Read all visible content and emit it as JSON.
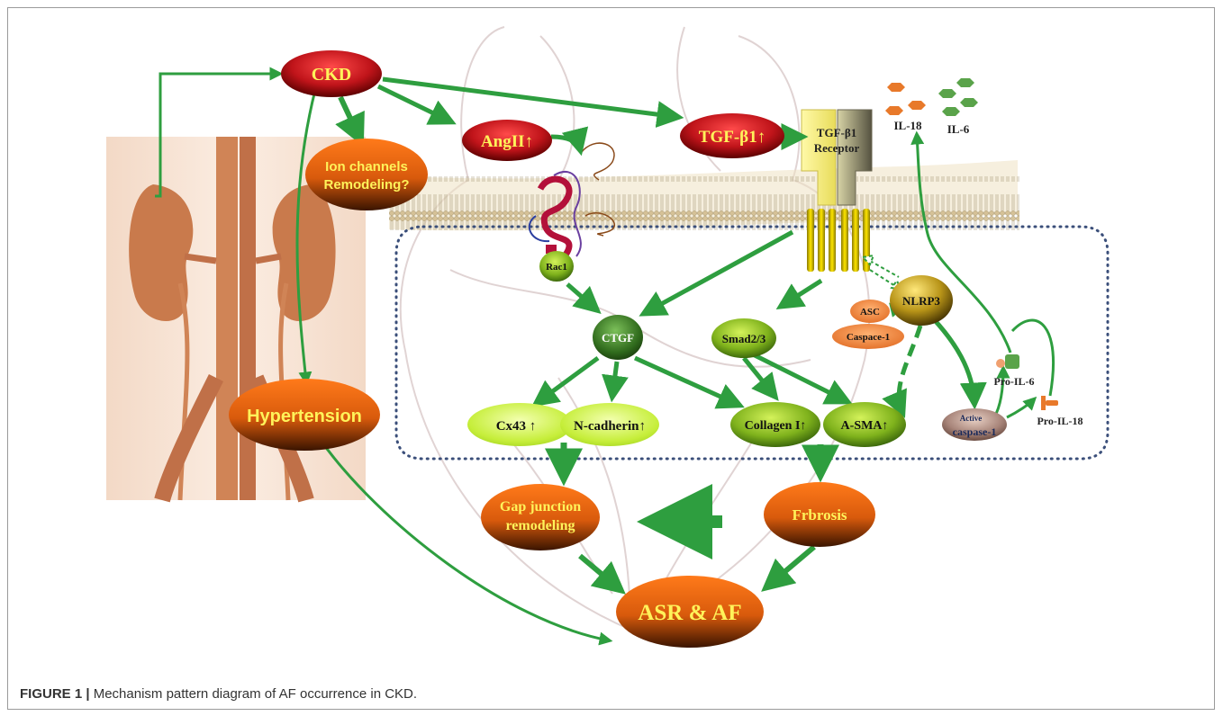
{
  "figure": {
    "caption_label": "FIGURE 1 |",
    "caption_text": "Mechanism pattern diagram of AF occurrence in CKD."
  },
  "nodes": {
    "ckd": "CKD",
    "ion_channels_line1": "Ion channels",
    "ion_channels_line2": "Remodeling?",
    "angii": "AngII↑",
    "tgfb1": "TGF-β1↑",
    "receptor_line1": "TGF-β1",
    "receptor_line2": "Receptor",
    "il18": "IL-18",
    "il6": "IL-6",
    "rac1": "Rac1",
    "ctgf": "CTGF",
    "smad": "Smad2/3",
    "asc": "ASC",
    "caspase1": "Caspace-1",
    "nlrp3": "NLRP3",
    "pro_il6": "Pro-IL-6",
    "pro_il18": "Pro-IL-18",
    "active_line1": "Active",
    "active_line2": "caspase-1",
    "hypertension": "Hypertension",
    "cx43": "Cx43 ↑",
    "ncadherin": "N-cadherin↑",
    "collagen": "Collagen I↑",
    "asma": "A-SMA↑",
    "gap_line1": "Gap junction",
    "gap_line2": "remodeling",
    "fibrosis": "Frbrosis",
    "asr_af": "ASR & AF"
  },
  "colors": {
    "arrow": "#2e9e3f",
    "red_node": "#c0141a",
    "orange_node": "#e06010",
    "green_node": "#7fb21c",
    "lime_node": "#c6ee3a",
    "olive_node": "#b89418",
    "yellow_text": "#fff35a",
    "kidney_bg": "#f6e3d4",
    "kidney": "#cf8052",
    "dotted_border": "#3b4f7a"
  }
}
